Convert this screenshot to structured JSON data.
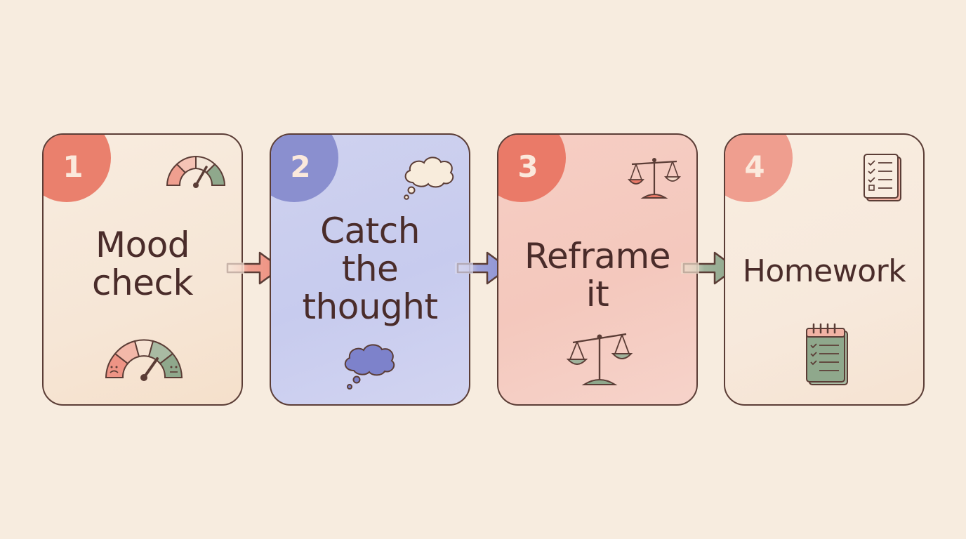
{
  "steps": [
    {
      "number": "1",
      "title_line1": "Mood",
      "title_line2": "check",
      "title_line3": "",
      "accent": "#ea806d",
      "fill": "#f6e6d6",
      "icons": [
        "gauge-icon",
        "mood-meter-icon"
      ]
    },
    {
      "number": "2",
      "title_line1": "Catch",
      "title_line2": "the",
      "title_line3": "thought",
      "accent": "#8a8fcf",
      "fill": "#c7cbee",
      "icons": [
        "thought-bubble-icon",
        "thought-cloud-icon"
      ]
    },
    {
      "number": "3",
      "title_line1": "Reframe",
      "title_line2": "it",
      "title_line3": "",
      "accent": "#ea7a68",
      "fill": "#f4c8bd",
      "icons": [
        "balance-scale-icon",
        "balance-scale-large-icon"
      ]
    },
    {
      "number": "4",
      "title_line1": "Homework",
      "title_line2": "",
      "title_line3": "",
      "accent": "#ef9e8f",
      "fill": "#f7e9dc",
      "icons": [
        "checklist-icon",
        "notepad-icon"
      ]
    }
  ],
  "colors": {
    "outline": "#5b3d36",
    "text": "#4a2c2a",
    "green": "#8fa88c",
    "background": "#f7ecdf"
  }
}
